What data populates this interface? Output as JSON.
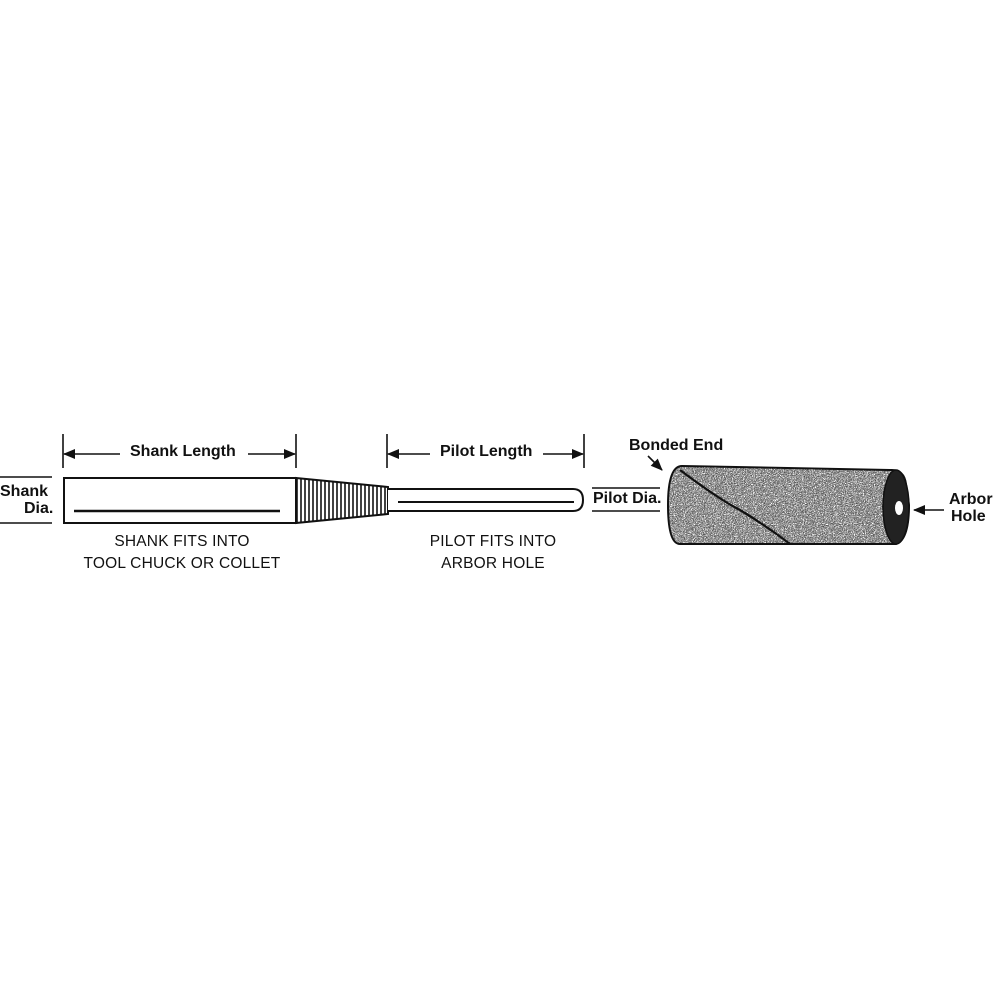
{
  "labels": {
    "shank_length": "Shank Length",
    "pilot_length": "Pilot Length",
    "shank_dia_line1": "Shank",
    "shank_dia_line2": "Dia.",
    "pilot_dia": "Pilot Dia.",
    "bonded_end": "Bonded End",
    "arbor_hole_line1": "Arbor",
    "arbor_hole_line2": "Hole"
  },
  "captions": {
    "shank_line1": "SHANK FITS INTO",
    "shank_line2": "TOOL CHUCK OR COLLET",
    "pilot_line1": "PILOT FITS INTO",
    "pilot_line2": "ARBOR HOLE"
  },
  "colors": {
    "ink": "#111111",
    "background": "#ffffff",
    "abrasive_dark": "#1a1a1a",
    "abrasive_light": "#f2f2f2"
  }
}
